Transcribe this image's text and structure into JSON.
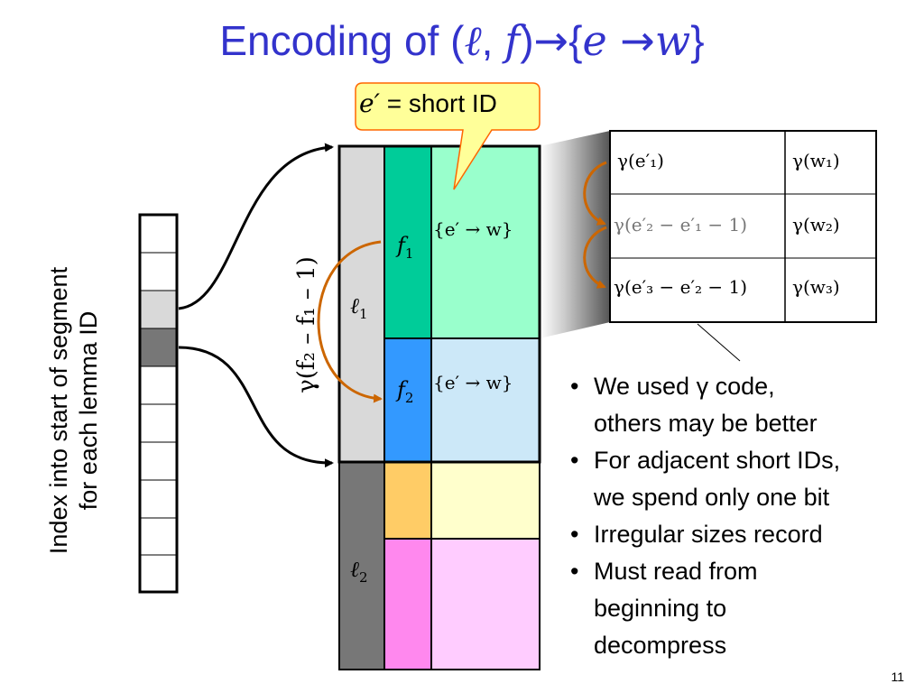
{
  "title": {
    "prefix": "Encoding of (",
    "ell": "ℓ",
    "comma": ", ",
    "f": "f",
    "close": ")",
    "arrow1": "→",
    "brace_open": "{",
    "e": "e",
    "arrow2": " →",
    "w": "w",
    "brace_close": "}"
  },
  "callout": {
    "symbol": "e′",
    "text": " = short ID"
  },
  "index_label": {
    "line1": "Index into start of segment",
    "line2": "for each lemma ID"
  },
  "gamma_label": "γ(f₂ – f₁ – 1)",
  "segments": {
    "l1": {
      "ell": "ℓ",
      "sub": "1"
    },
    "l2": {
      "ell": "ℓ",
      "sub": "2"
    },
    "f1": {
      "f": "f",
      "sub": "1"
    },
    "f2": {
      "f": "f",
      "sub": "2"
    }
  },
  "mapping_label": "{e′ → w}",
  "table": {
    "rows": [
      {
        "left": "γ(e′₁)",
        "right": "γ(w₁)",
        "left_style": "normal"
      },
      {
        "left": "γ(e′₂ − e′₁ − 1)",
        "right": "γ(w₂)",
        "left_style": "grey"
      },
      {
        "left": "γ(e′₃ − e′₂ − 1)",
        "right": "γ(w₃)",
        "left_style": "normal"
      }
    ]
  },
  "bullets": [
    {
      "line1": "We used γ code,",
      "line2": "others may be better"
    },
    {
      "line1": "For adjacent short IDs,",
      "line2": "we spend only one bit"
    },
    {
      "line1": "Irregular sizes record",
      "line2": ""
    },
    {
      "line1": "Must read from",
      "line2": "beginning to",
      "line3": "decompress"
    }
  ],
  "page_number": "11",
  "colors": {
    "title": "#3333cc",
    "l1_block": "#d9d9d9",
    "l2_block": "#777777",
    "f1_block": "#00cc99",
    "f2_block": "#3399ff",
    "f1_map": "#99ffcc",
    "f2_map": "#cce8f8",
    "l2_small": "#ffcc66",
    "l2_small_map": "#ffffcc",
    "l2_big": "#ff88ee",
    "l2_big_map": "#ffccff",
    "callout_fill": "#ffff99",
    "callout_border": "#ff6600",
    "arc": "#cc6600",
    "index_highlight": "#d9d9d9",
    "index_dark": "#777777"
  }
}
